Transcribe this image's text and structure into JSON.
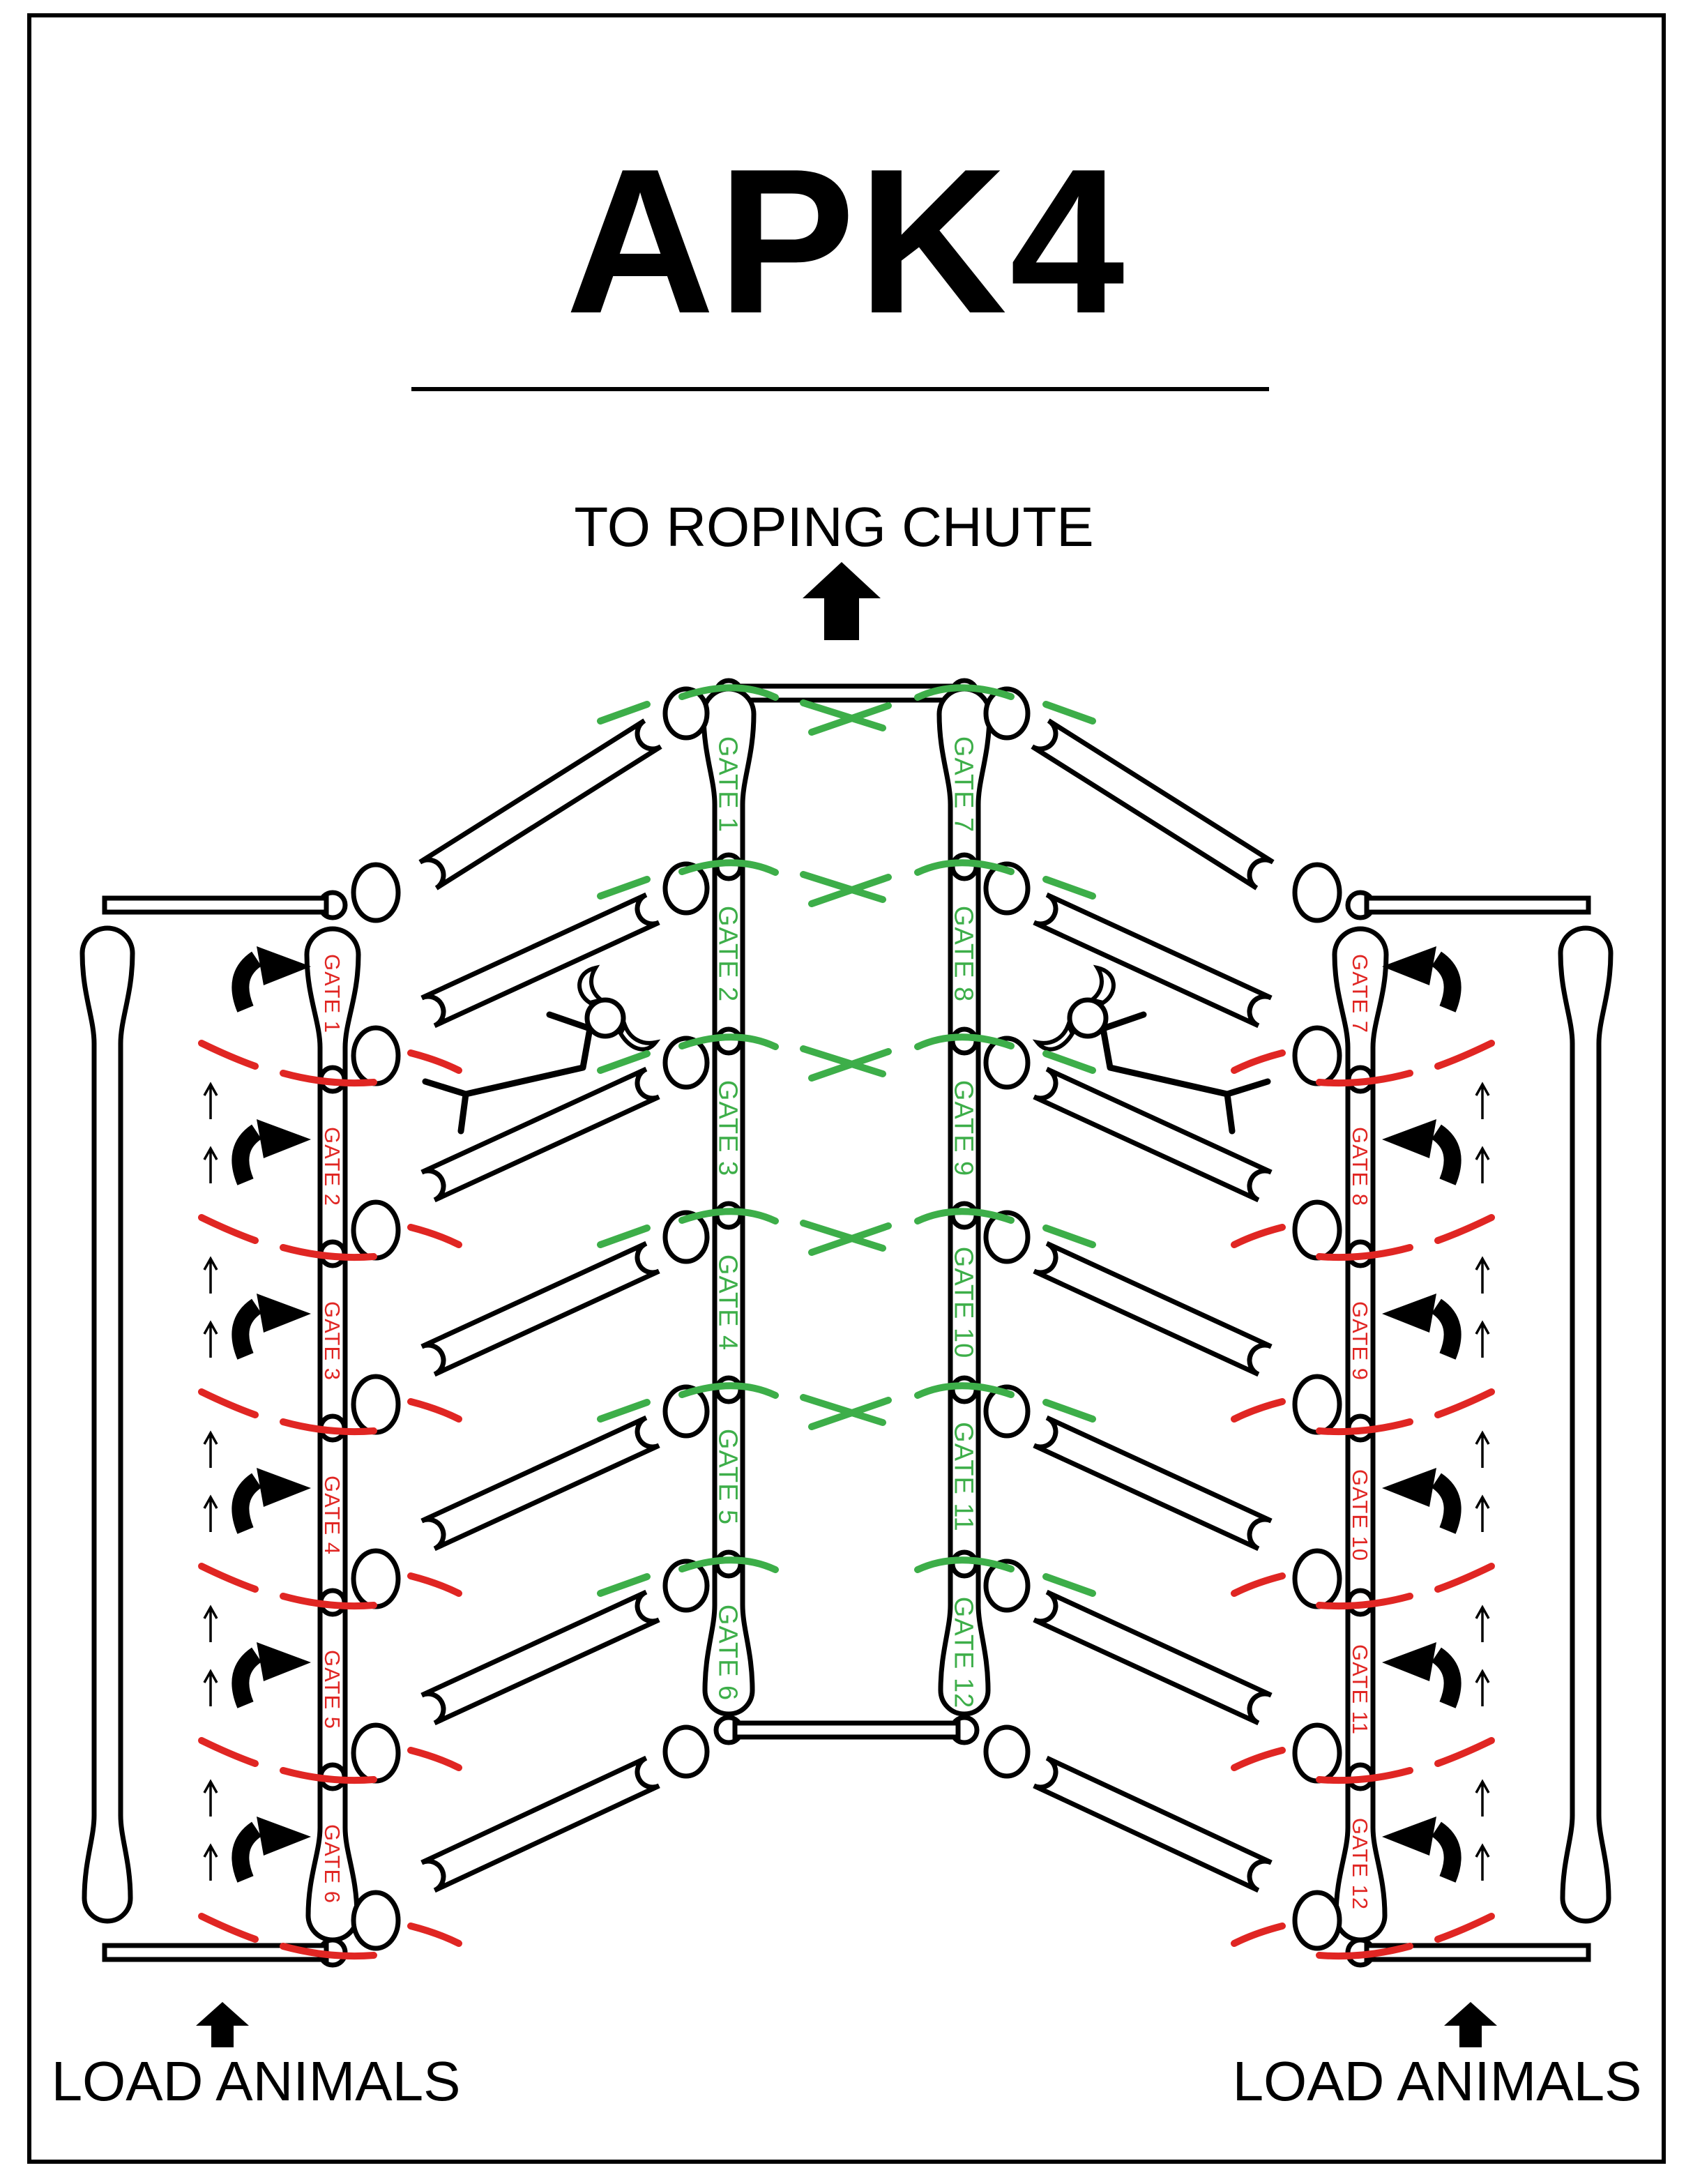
{
  "header": {
    "title": "APK4"
  },
  "chute": {
    "label": "TO ROPING CHUTE"
  },
  "load": {
    "left_label": "LOAD ANIMALS",
    "right_label": "LOAD ANIMALS"
  },
  "alley_gates": {
    "left": [
      "GATE 1",
      "GATE 2",
      "GATE 3",
      "GATE 4",
      "GATE 5",
      "GATE 6"
    ],
    "right": [
      "GATE 7",
      "GATE 8",
      "GATE 9",
      "GATE 10",
      "GATE 11",
      "GATE 12"
    ]
  },
  "pen_gates": {
    "left": [
      "GATE 1",
      "GATE 2",
      "GATE 3",
      "GATE 4",
      "GATE 5",
      "GATE 6"
    ],
    "right": [
      "GATE 7",
      "GATE 8",
      "GATE 9",
      "GATE 10",
      "GATE 11",
      "GATE 12"
    ]
  },
  "colors": {
    "line_black": "#000000",
    "open_gate_green": "#3DAE49",
    "closed_gate_red": "#E02623",
    "background": "#ffffff"
  },
  "icons": {
    "chute_arrow": "up-arrow",
    "load_arrow": "up-arrow",
    "gate_swing_arrow": "curved-arrow",
    "flow_arrow": "thin-up-arrow",
    "animal": "steer-top-view",
    "open_gate_mark": "green-cross",
    "closed_gate_mark": "red-arc-dashes"
  }
}
